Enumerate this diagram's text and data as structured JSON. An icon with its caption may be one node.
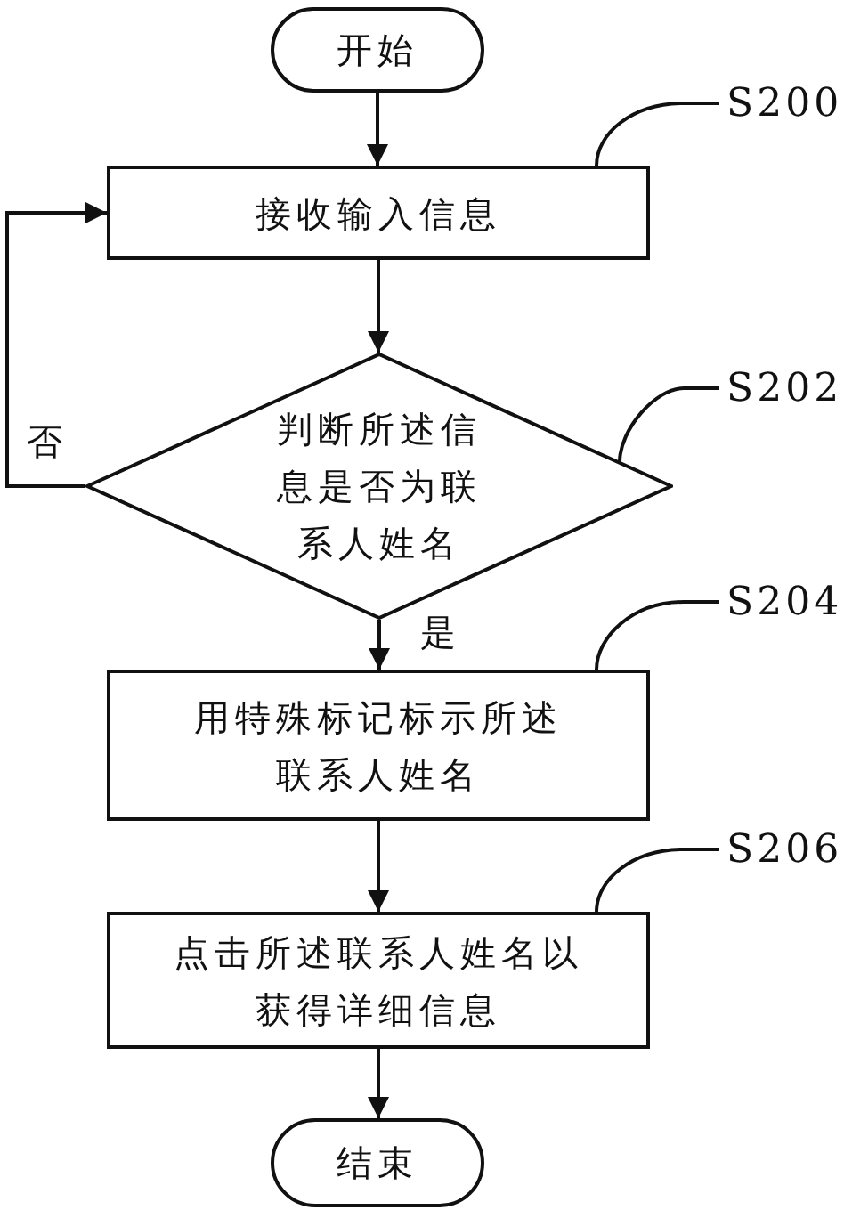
{
  "diagram": {
    "nodes": [
      {
        "text": [
          "开始"
        ]
      },
      {
        "text": [
          "接收输入信息"
        ]
      },
      {
        "text": [
          "判断所述信息是否为联系人姓名"
        ]
      },
      {
        "text": [
          "用特殊标记标示所述联系人姓名"
        ]
      },
      {
        "text": [
          "点击所述联系人姓名以获得详细信息"
        ]
      },
      {
        "text": [
          "结束"
        ]
      },
      {
        "text": [
          "S200"
        ]
      },
      {
        "text": [
          "S202"
        ]
      },
      {
        "text": [
          "S204"
        ]
      },
      {
        "text": [
          "S206"
        ]
      }
    ],
    "edges": [
      {
        "from": 0,
        "to": 1,
        "arrow": "to"
      },
      {
        "from": 1,
        "to": 2,
        "arrow": "to"
      },
      {
        "from": 2,
        "to": 3,
        "arrow": "to",
        "label": "是"
      },
      {
        "from": 3,
        "to": 4,
        "arrow": "to"
      },
      {
        "from": 4,
        "to": 5,
        "arrow": "to"
      },
      {
        "from": 2,
        "to": 1,
        "arrow": "to",
        "label": "否"
      },
      {
        "from": 6,
        "to": 1,
        "arrow": "none"
      },
      {
        "from": 7,
        "to": 2,
        "arrow": "none"
      },
      {
        "from": 8,
        "to": 3,
        "arrow": "none"
      },
      {
        "from": 9,
        "to": 4,
        "arrow": "none"
      }
    ]
  }
}
